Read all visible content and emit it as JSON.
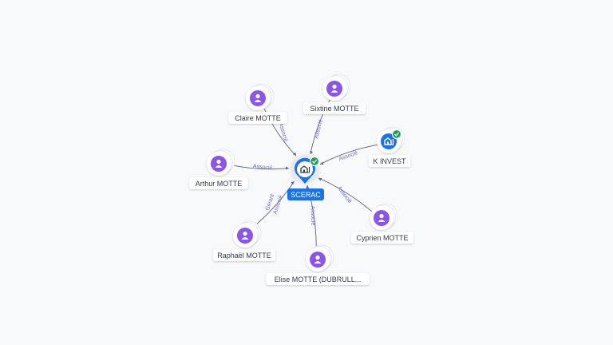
{
  "center": {
    "label": "SCERAC",
    "icon": "company-icon",
    "verified": true
  },
  "nodes": [
    {
      "id": "claire",
      "label": "Claire MOTTE",
      "type": "person",
      "edge_label": "Associé"
    },
    {
      "id": "sixtine",
      "label": "Sixtine MOTTE",
      "type": "person",
      "edge_label": "Associé"
    },
    {
      "id": "kinvest",
      "label": "K INVEST",
      "type": "company",
      "verified": true,
      "edge_label": "Associé"
    },
    {
      "id": "arthur",
      "label": "Arthur MOTTE",
      "type": "person",
      "edge_label": "Associé"
    },
    {
      "id": "cyprien",
      "label": "Cyprien MOTTE",
      "type": "person",
      "edge_label": "Associé"
    },
    {
      "id": "raphael",
      "label": "Raphaël MOTTE",
      "type": "person",
      "edge_label": "Gérant",
      "edge_label_2": "Associé"
    },
    {
      "id": "elise",
      "label": "Elise MOTTE (DUBRULL...",
      "type": "person",
      "edge_label": "Associé"
    }
  ],
  "colors": {
    "person": "#8a56e8",
    "company": "#1a73e8",
    "center_badge": "#1a73e8",
    "verified": "#1e9e5a",
    "edge": "#5c6470",
    "edge_label": "#6b6bd6"
  }
}
